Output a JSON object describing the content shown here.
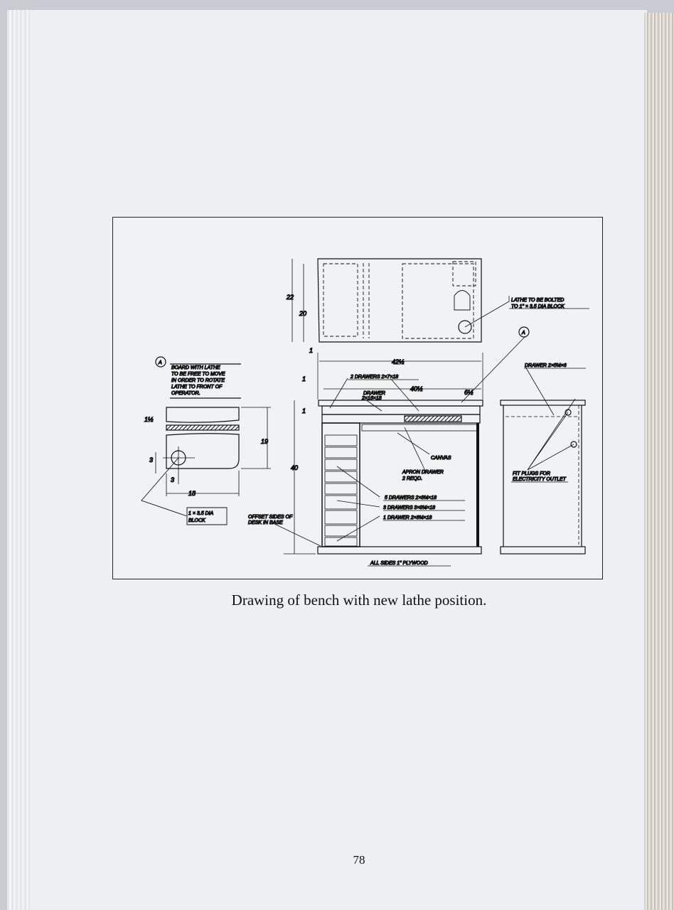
{
  "figure": {
    "left_detail": {
      "callout": "A",
      "note": [
        "BOARD WITH LATHE",
        "TO BE FREE TO MOVE",
        "IN ORDER TO ROTATE",
        "LATHE TO FRONT OF",
        "OPERATOR."
      ],
      "dim_thickness": "1½",
      "dim_height": "19",
      "dim_circle_v": "3",
      "dim_circle_h": "3",
      "dim_width": "18",
      "block_note": [
        "1 × 3.5 DIA",
        "BLOCK"
      ]
    },
    "top_view": {
      "dim_22": "22",
      "dim_20": "20",
      "dim_1": "1",
      "lathe_note": [
        "LATHE TO BE BOLTED",
        "TO 1\" × 3.5 DIA BLOCK"
      ]
    },
    "front_view": {
      "callout": "A",
      "dim_42": "42½",
      "dim_1_top": "1",
      "dim_40h": "40½",
      "dim_6": "6½",
      "dim_1_board": "1",
      "dim_40v": "40",
      "drawers_2": "2 DRAWERS 2×7×18",
      "drawer_16": [
        "DRAWER",
        "2×16×18"
      ],
      "canvas": "CANVAS",
      "apron": [
        "APRON DRAWER",
        "2 REQD."
      ],
      "drawers_5": "5 DRAWERS 2×8¼×18",
      "drawers_3": "3 DRAWERS 3×8¼×18",
      "drawer_1": "1 DRAWER 2×8¼×18",
      "offset_note": [
        "OFFSET SIDES OF",
        "DESK IN BASE"
      ],
      "plywood_note": "ALL SIDES 1\" PLYWOOD"
    },
    "side_view": {
      "drawer": "DRAWER 2×5¼×6",
      "plugs": [
        "FIT PLUGS FOR",
        "ELECTRICITY OUTLET"
      ]
    }
  },
  "caption": "Drawing of bench with new lathe position.",
  "page_number": "78"
}
